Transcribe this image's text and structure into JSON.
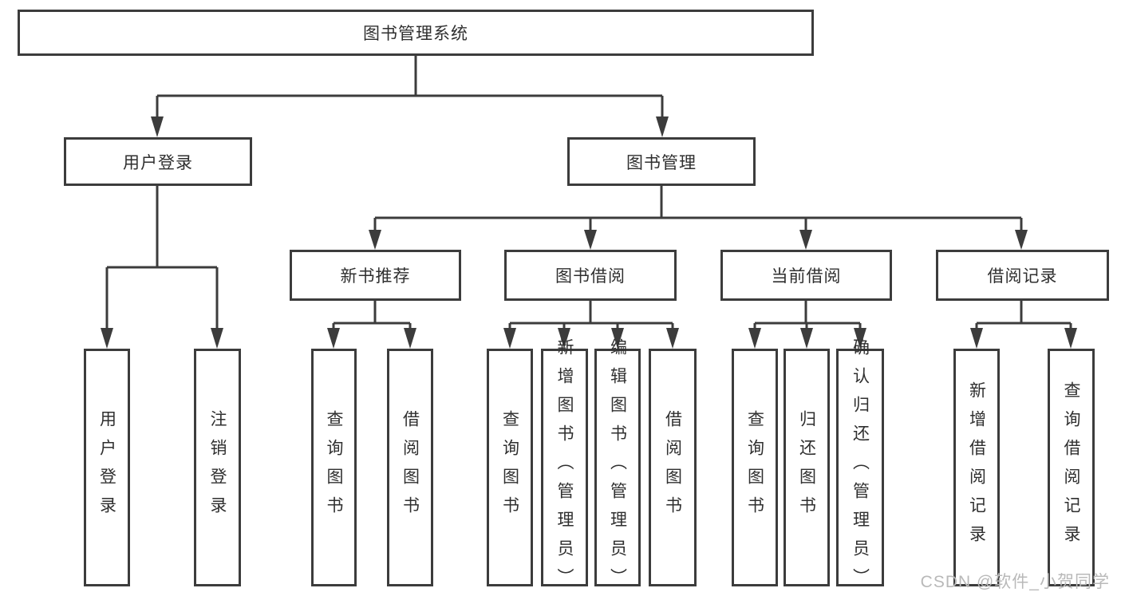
{
  "page": {
    "watermark": "CSDN @软件_小贺同学",
    "colors": {
      "line": "#3c3c3c",
      "box_border": "#3c3c3c",
      "box_background": "#ffffff",
      "text": "#2f2f2f",
      "watermark": "#b9b9b9"
    }
  },
  "nodes": {
    "root": {
      "label": "图书管理系统"
    },
    "user_login": {
      "label": "用户登录"
    },
    "book_mgmt": {
      "label": "图书管理"
    },
    "new_book_rec": {
      "label": "新书推荐"
    },
    "book_borrow": {
      "label": "图书借阅"
    },
    "current_borrow": {
      "label": "当前借阅"
    },
    "borrow_records": {
      "label": "借阅记录"
    },
    "leaf_user_login": {
      "label": "用户登录"
    },
    "leaf_logout": {
      "label": "注销登录"
    },
    "leaf_query_book_1": {
      "label": "查询图书"
    },
    "leaf_borrow_book_1": {
      "label": "借阅图书"
    },
    "leaf_query_book_2": {
      "label": "查询图书"
    },
    "leaf_add_book": {
      "label": "新增图书（管理员）"
    },
    "leaf_edit_book": {
      "label": "编辑图书（管理员）"
    },
    "leaf_borrow_book_2": {
      "label": "借阅图书"
    },
    "leaf_query_book_3": {
      "label": "查询图书"
    },
    "leaf_return_book": {
      "label": "归还图书"
    },
    "leaf_confirm_return": {
      "label": "确认归还（管理员）"
    },
    "leaf_add_borrow_record": {
      "label": "新增借阅记录"
    },
    "leaf_query_borrow_record": {
      "label": "查询借阅记录"
    }
  }
}
